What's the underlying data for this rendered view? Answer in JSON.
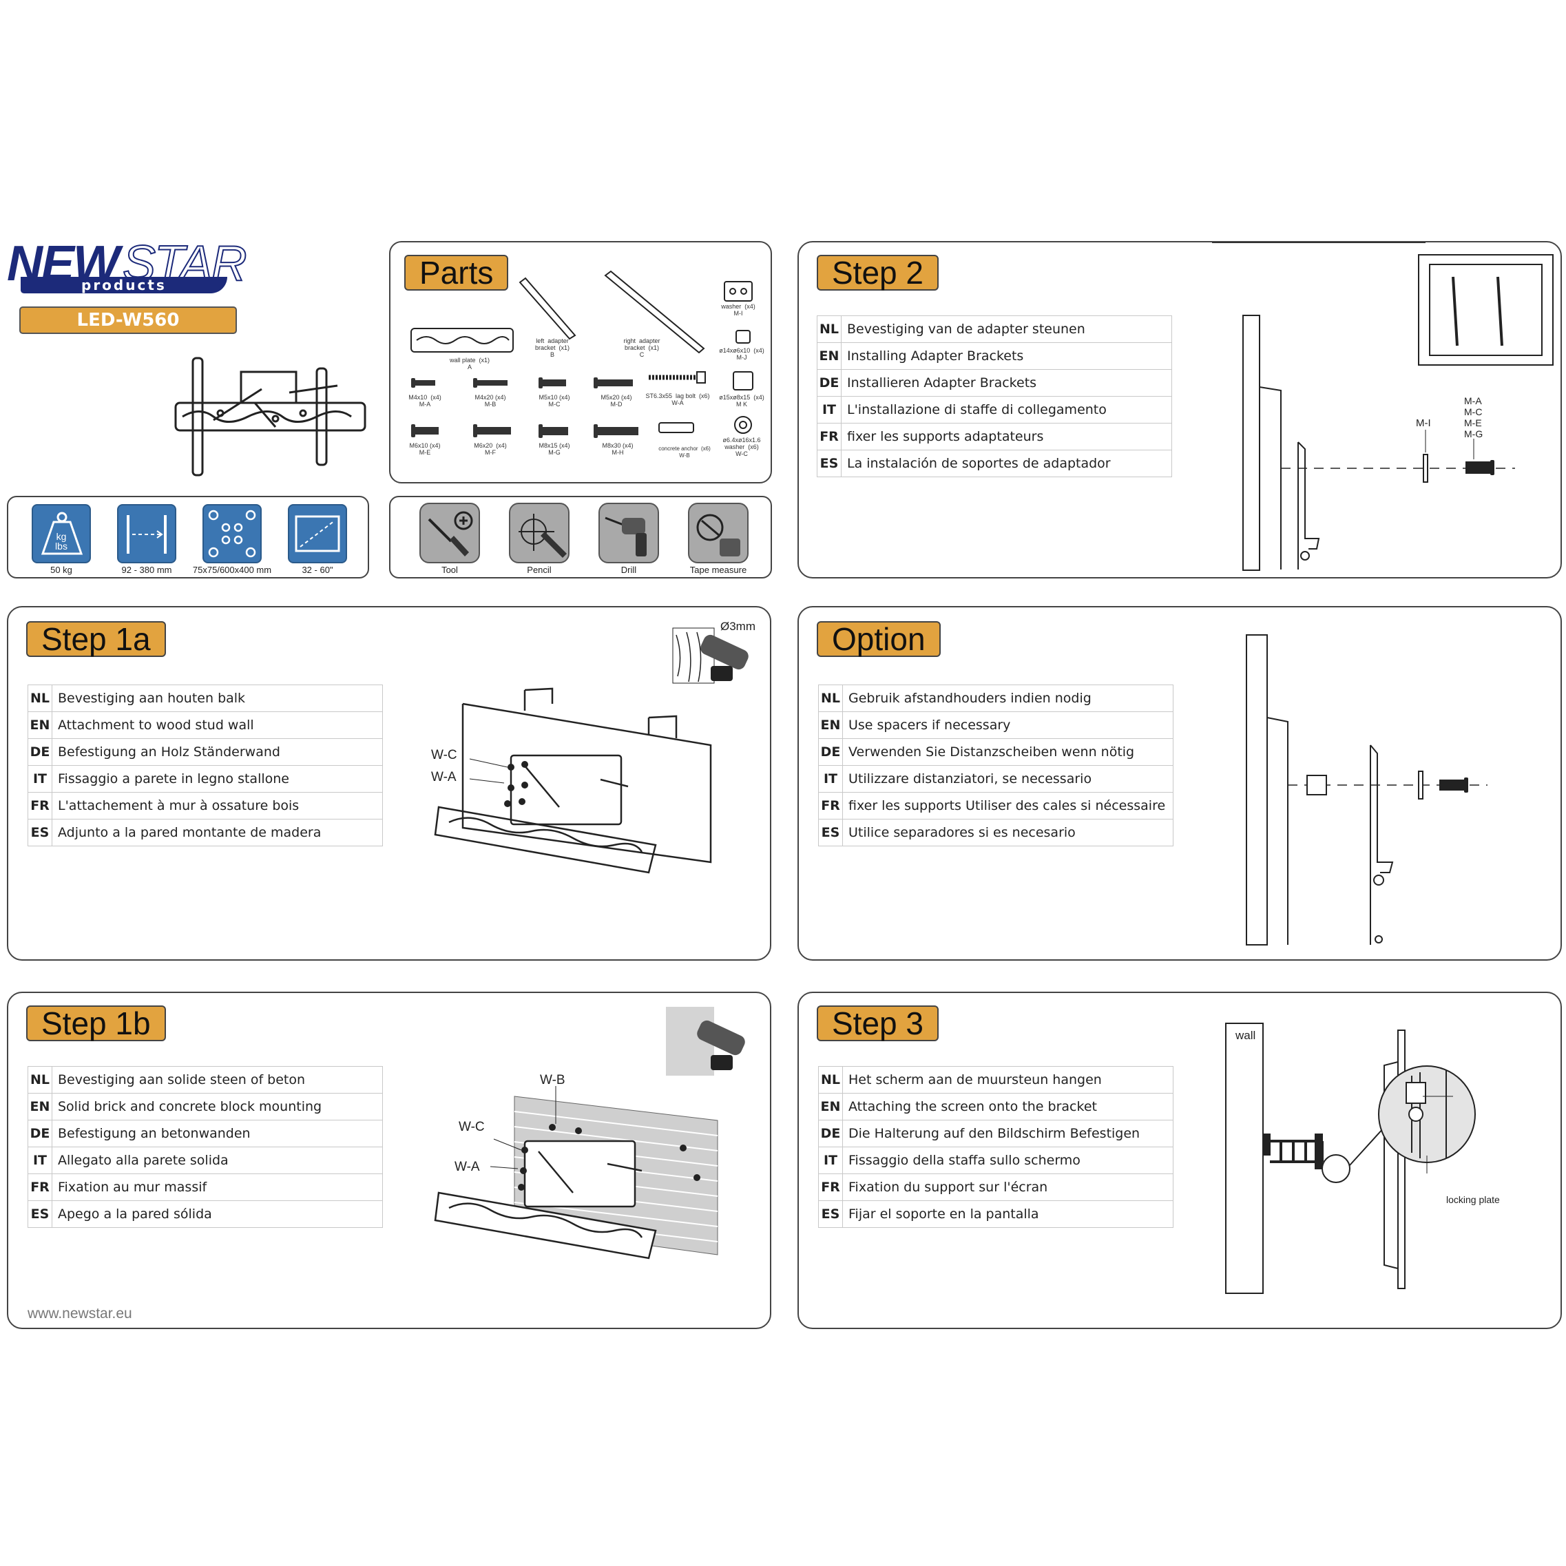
{
  "brand": {
    "logo_new": "NEW",
    "logo_star": "STAR",
    "logo_products": "products",
    "model": "LED-W560",
    "website": "www.newstar.eu"
  },
  "specs": [
    {
      "icon": "weight-icon",
      "icon_text": "kg\nlbs",
      "label": "50 kg"
    },
    {
      "icon": "arm-length-icon",
      "label": "92 - 380 mm"
    },
    {
      "icon": "vesa-holes-icon",
      "label": "75x75/600x400 mm"
    },
    {
      "icon": "screen-size-icon",
      "label": "32 - 60\""
    }
  ],
  "parts": {
    "title": "Parts",
    "items": {
      "wall_plate": "wall plate  (x1)\nA",
      "left_bracket": "left  adapter\nbracket  (x1)\nB",
      "right_bracket": "right  adapter\nbracket  (x1)\nC",
      "washer_mi": "washer  (x4)\nM-I",
      "mj": "ø14xø6x10  (x4)\nM-J",
      "mk": "ø15xø8x15  (x4)\nM K",
      "wc": "ø6.4xø16x1.6\nwasher  (x6)\nW-C",
      "ma": "M4x10  (x4)\nM-A",
      "mb": "M4x20 (x4)\nM-B",
      "mc": "M5x10 (x4)\nM-C",
      "md": "M5x20 (x4)\nM-D",
      "wa": "ST6.3x55  lag bolt  (x6)\nW-A",
      "me": "M6x10 (x4)\nM-E",
      "mf": "M6x20  (x4)\nM-F",
      "mg": "M8x15 (x4)\nM-G",
      "mh": "M8x30 (x4)\nM-H",
      "wb": "concrete anchor  (x6)\nW-B"
    }
  },
  "tools": [
    {
      "icon": "screwdriver-icon",
      "label": "Tool"
    },
    {
      "icon": "pencil-icon",
      "label": "Pencil"
    },
    {
      "icon": "drill-icon",
      "label": "Drill"
    },
    {
      "icon": "tape-measure-icon",
      "label": "Tape measure"
    }
  ],
  "step2": {
    "title": "Step 2",
    "rows": [
      {
        "code": "NL",
        "text": "Bevestiging van de adapter steunen"
      },
      {
        "code": "EN",
        "text": "Installing Adapter Brackets"
      },
      {
        "code": "DE",
        "text": "Installieren Adapter Brackets"
      },
      {
        "code": "IT",
        "text": "L'installazione di staffe di collegamento"
      },
      {
        "code": "FR",
        "text": "fixer les supports adaptateurs"
      },
      {
        "code": "ES",
        "text": "La instalación de soportes de adaptador"
      }
    ],
    "label_mi": "M-I",
    "labels_screws": [
      "M-A",
      "M-C",
      "M-E",
      "M-G"
    ]
  },
  "step1a": {
    "title": "Step 1a",
    "rows": [
      {
        "code": "NL",
        "text": "Bevestiging aan houten balk"
      },
      {
        "code": "EN",
        "text": "Attachment to wood stud wall"
      },
      {
        "code": "DE",
        "text": "Befestigung an Holz Ständerwand"
      },
      {
        "code": "IT",
        "text": "Fissaggio a parete in legno stallone"
      },
      {
        "code": "FR",
        "text": "L'attachement à mur à ossature bois"
      },
      {
        "code": "ES",
        "text": "Adjunto a la pared montante de madera"
      }
    ],
    "drill_size": "Ø3mm",
    "label_wc": "W-C",
    "label_wa": "W-A"
  },
  "option": {
    "title": "Option",
    "rows": [
      {
        "code": "NL",
        "text": "Gebruik afstandhouders indien nodig"
      },
      {
        "code": "EN",
        "text": "Use spacers if necessary"
      },
      {
        "code": "DE",
        "text": "Verwenden Sie Distanzscheiben wenn nötig"
      },
      {
        "code": "IT",
        "text": "Utilizzare distanziatori, se necessario"
      },
      {
        "code": "FR",
        "text": "fixer les supports Utiliser des cales si nécessaire"
      },
      {
        "code": "ES",
        "text": "Utilice separadores si es necesario"
      }
    ]
  },
  "step1b": {
    "title": "Step 1b",
    "rows": [
      {
        "code": "NL",
        "text": "Bevestiging aan solide steen of beton"
      },
      {
        "code": "EN",
        "text": "Solid brick and concrete block mounting"
      },
      {
        "code": "DE",
        "text": "Befestigung an betonwanden"
      },
      {
        "code": "IT",
        "text": "Allegato alla parete solida"
      },
      {
        "code": "FR",
        "text": "Fixation au mur massif"
      },
      {
        "code": "ES",
        "text": "Apego a la pared sólida"
      }
    ],
    "label_wb": "W-B",
    "label_wc": "W-C",
    "label_wa": "W-A"
  },
  "step3": {
    "title": "Step 3",
    "rows": [
      {
        "code": "NL",
        "text": "Het scherm aan de muursteun hangen"
      },
      {
        "code": "EN",
        "text": "Attaching the screen onto the bracket"
      },
      {
        "code": "DE",
        "text": "Die Halterung auf den Bildschirm Befestigen"
      },
      {
        "code": "IT",
        "text": "Fissaggio della staffa sullo schermo"
      },
      {
        "code": "FR",
        "text": "Fixation du support sur l'écran"
      },
      {
        "code": "ES",
        "text": "Fijar el soporte en la pantalla"
      }
    ],
    "label_wall": "wall",
    "label_locking": "locking plate"
  },
  "colors": {
    "header_orange": "#e2a33f",
    "spec_blue": "#3b76b2",
    "logo_navy": "#1c2a7a",
    "tool_gray": "#a9a9a9"
  }
}
